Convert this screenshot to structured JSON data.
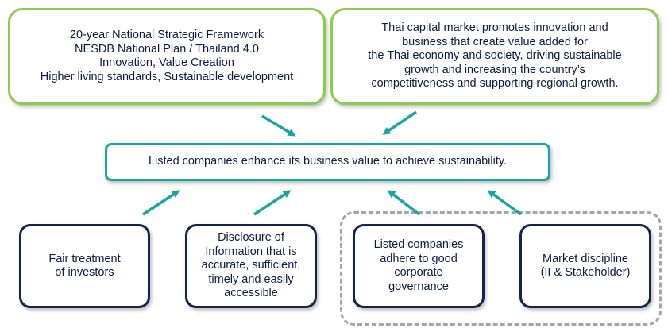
{
  "top_left": {
    "text": "20-year National Strategic Framework\nNESDB National Plan / Thailand 4.0\nInnovation, Value Creation\nHigher living standards, Sustainable development"
  },
  "top_right": {
    "text": "Thai capital market promotes innovation and\nbusiness that create value added for\nthe Thai economy and society, driving sustainable\ngrowth and increasing the country’s\ncompetitiveness and supporting regional growth."
  },
  "center": {
    "text": "Listed companies enhance its business value to achieve sustainability."
  },
  "bottom": [
    {
      "text": "Fair treatment\nof investors"
    },
    {
      "text": "Disclosure of\nInformation that is\naccurate, sufficient,\ntimely and easily\naccessible"
    },
    {
      "text": "Listed companies\nadhere to good\ncorporate\ngovernance"
    },
    {
      "text": "Market discipline\n(II & Stakeholder)"
    }
  ],
  "colors": {
    "green": "#8dcb4a",
    "teal": "#1aa5a5",
    "navy": "#14244f",
    "dashed": "#a5a5a5",
    "arrow": "#1aa5a5"
  }
}
